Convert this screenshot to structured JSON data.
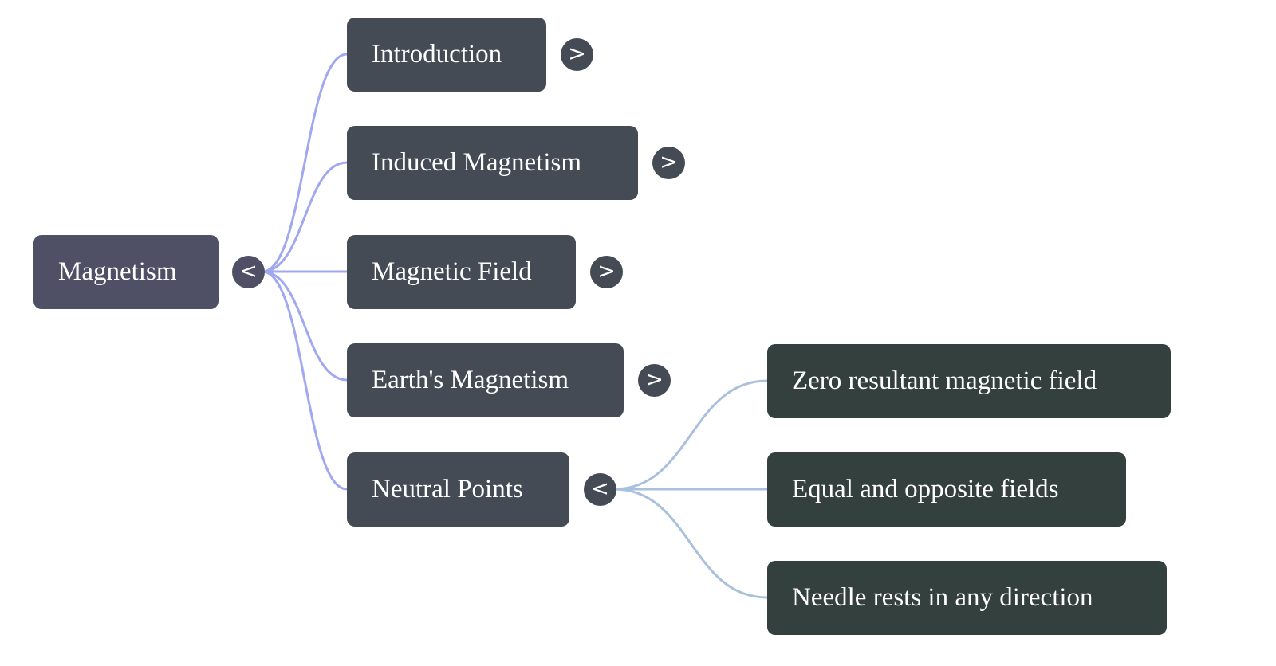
{
  "mindmap": {
    "root": {
      "label": "Magnetism",
      "toggle": "<",
      "toggle_icon": "collapse-icon",
      "expanded": true,
      "edge_color": "#a0a8f0",
      "color": "#4f5065"
    },
    "children": [
      {
        "label": "Introduction",
        "toggle": ">",
        "toggle_icon": "expand-icon",
        "expanded": false
      },
      {
        "label": "Induced Magnetism",
        "toggle": ">",
        "toggle_icon": "expand-icon",
        "expanded": false
      },
      {
        "label": "Magnetic Field",
        "toggle": ">",
        "toggle_icon": "expand-icon",
        "expanded": false
      },
      {
        "label": "Earth's Magnetism",
        "toggle": ">",
        "toggle_icon": "expand-icon",
        "expanded": false
      },
      {
        "label": "Neutral Points",
        "toggle": "<",
        "toggle_icon": "collapse-icon",
        "expanded": true,
        "edge_color": "#a9c1dc",
        "children": [
          {
            "label": "Zero resultant magnetic field"
          },
          {
            "label": "Equal and opposite fields"
          },
          {
            "label": "Needle rests in any direction"
          }
        ]
      }
    ],
    "colors": {
      "level1_node": "#444b55",
      "level2_node": "#33403d",
      "text": "#ffffff"
    }
  }
}
